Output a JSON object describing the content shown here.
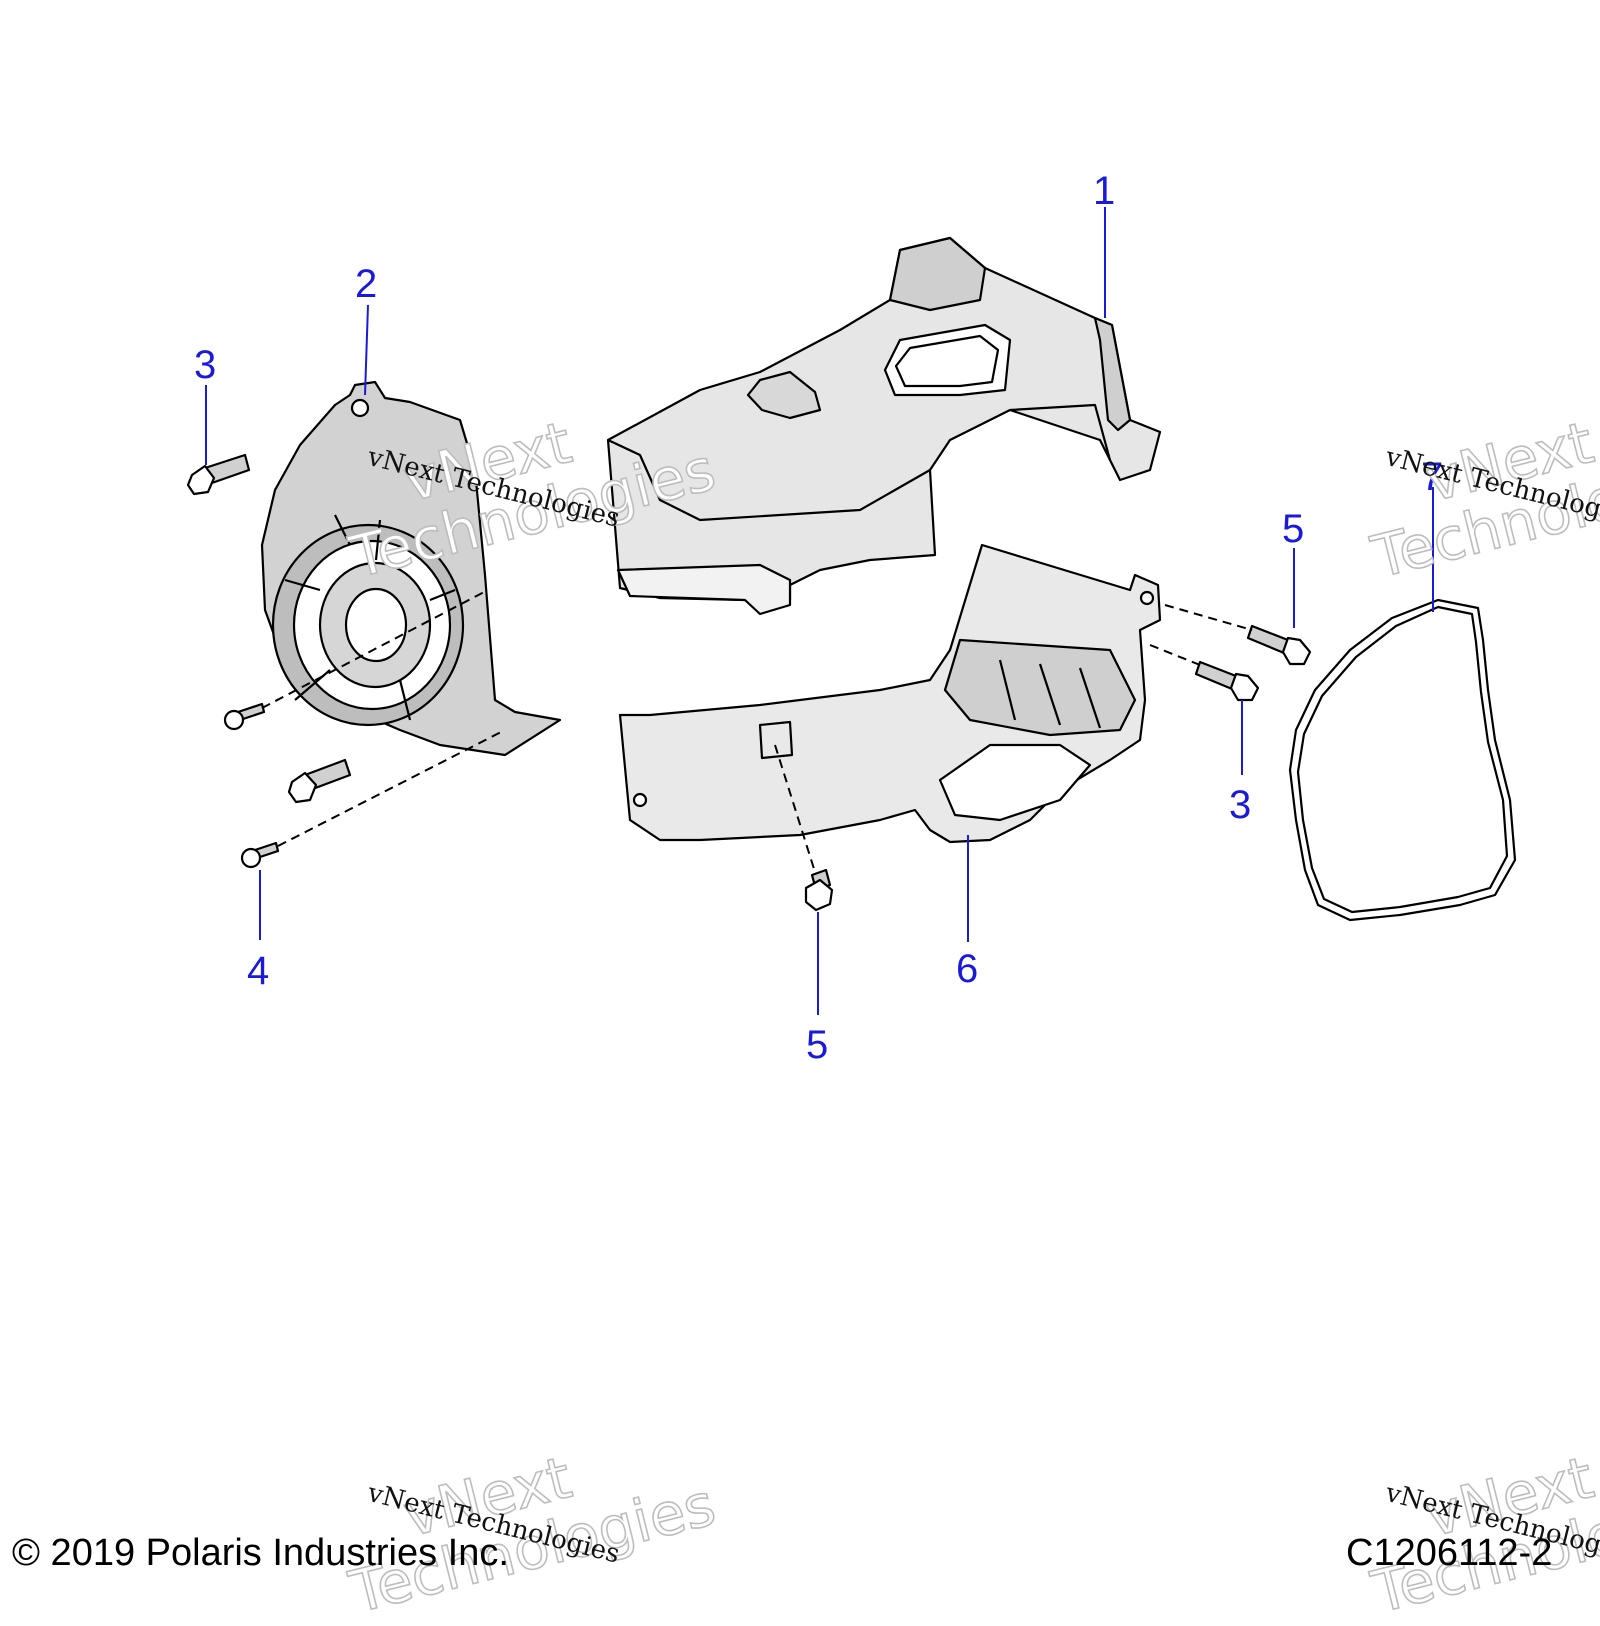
{
  "callouts": {
    "c1": "1",
    "c2": "2",
    "c3a": "3",
    "c3b": "3",
    "c4": "4",
    "c5a": "5",
    "c5b": "5",
    "c6": "6",
    "c7": "7"
  },
  "footer": {
    "copyright": "© 2019 Polaris Industries Inc.",
    "ref_code": "C1206112-2"
  },
  "watermark": {
    "small": "vNext Technologies",
    "big_line1": "vNext",
    "big_line2": "Technologies"
  },
  "colors": {
    "callout": "#1a1adb",
    "part_fill": "#e9e9e9",
    "part_shade": "#c9c9c9"
  }
}
